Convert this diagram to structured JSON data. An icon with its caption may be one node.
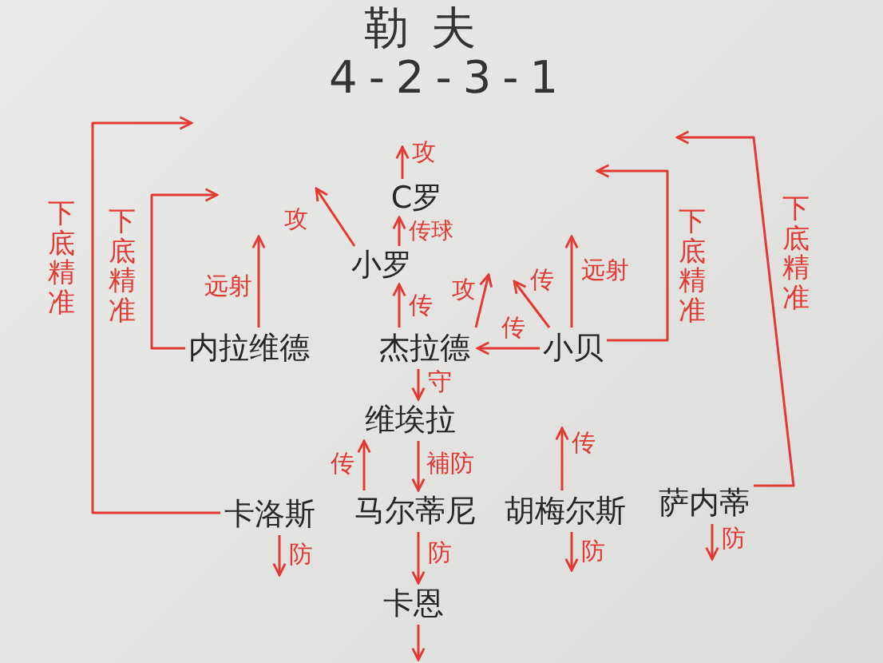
{
  "diagram": {
    "title": "勒夫",
    "nodes": [
      {
        "text": [
          "C罗"
        ]
      },
      {
        "text": [
          "小罗"
        ]
      },
      {
        "text": [
          "内拉维德"
        ]
      },
      {
        "text": [
          "杰拉德"
        ]
      },
      {
        "text": [
          "小贝"
        ]
      },
      {
        "text": [
          "维埃拉"
        ]
      },
      {
        "text": [
          "卡洛斯"
        ]
      },
      {
        "text": [
          "马尔蒂尼"
        ]
      },
      {
        "text": [
          "胡梅尔斯"
        ]
      },
      {
        "text": [
          "萨内蒂"
        ]
      },
      {
        "text": [
          "卡恩"
        ]
      }
    ],
    "edges": [
      {
        "from": 0,
        "to": null,
        "arrow": "to",
        "label": "攻"
      },
      {
        "from": 1,
        "to": null,
        "arrow": "to",
        "label": "攻"
      },
      {
        "from": 1,
        "to": 0,
        "arrow": "to",
        "label": "传球"
      },
      {
        "from": 3,
        "to": 1,
        "arrow": "to",
        "label": "传"
      },
      {
        "from": 3,
        "to": null,
        "arrow": "to",
        "label": "攻"
      },
      {
        "from": 4,
        "to": null,
        "arrow": "to",
        "label": "传"
      },
      {
        "from": 4,
        "to": 3,
        "arrow": "to",
        "label": "传"
      },
      {
        "from": 4,
        "to": null,
        "arrow": "to",
        "label": "远射"
      },
      {
        "from": 2,
        "to": null,
        "arrow": "to",
        "label": "远射"
      },
      {
        "from": 2,
        "to": null,
        "arrow": "to",
        "label": "下底精准"
      },
      {
        "from": 6,
        "to": null,
        "arrow": "to",
        "label": "下底精准"
      },
      {
        "from": 4,
        "to": null,
        "arrow": "to",
        "label": "下底精准"
      },
      {
        "from": 9,
        "to": null,
        "arrow": "to",
        "label": "下底精准"
      },
      {
        "from": 3,
        "to": 5,
        "arrow": "to",
        "label": "守"
      },
      {
        "from": 5,
        "to": 7,
        "arrow": "to",
        "label": "補防"
      },
      {
        "from": 7,
        "to": 5,
        "arrow": "to",
        "label": "传"
      },
      {
        "from": 8,
        "to": null,
        "arrow": "to",
        "label": "传"
      },
      {
        "from": 6,
        "to": null,
        "arrow": "to",
        "label": "防"
      },
      {
        "from": 7,
        "to": 10,
        "arrow": "to",
        "label": "防"
      },
      {
        "from": 8,
        "to": null,
        "arrow": "to",
        "label": "防"
      },
      {
        "from": 9,
        "to": null,
        "arrow": "to",
        "label": "防"
      },
      {
        "from": 10,
        "to": null,
        "arrow": "to"
      }
    ],
    "labels": [
      "4-2-3-1"
    ]
  }
}
